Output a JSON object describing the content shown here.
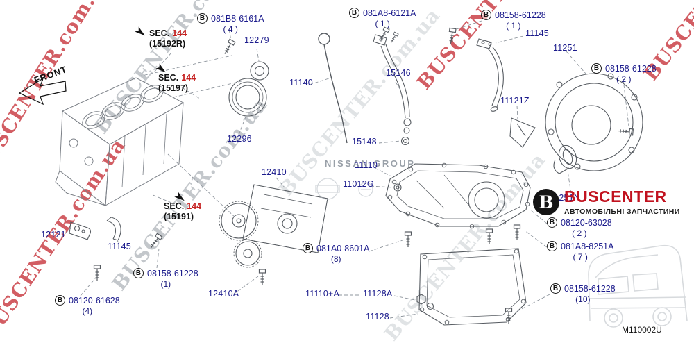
{
  "watermark": {
    "text": "BUSCENTER.com.ua"
  },
  "brand": {
    "b": "B",
    "name": "BUSCENTER",
    "tagline": "АВТОМОБІЛЬНІ ЗАПЧАСТИНИ"
  },
  "nissan_group": "NISSAN GROUP",
  "front_label": "FRONT",
  "diagram_code": "M110002U",
  "b_symbol": "B",
  "sec_labels": [
    {
      "prefix": "SEC.",
      "number": "144",
      "sub": "(15192R)"
    },
    {
      "prefix": "SEC.",
      "number": "144",
      "sub": "(15197)"
    },
    {
      "prefix": "SEC.",
      "number": "144",
      "sub": "(15191)"
    }
  ],
  "parts": {
    "p12279": "12279",
    "p12296": "12296",
    "p11140": "11140",
    "p15146": "15146",
    "p15148": "15148",
    "p11145_top": "11145",
    "p11251": "11251",
    "p11121z": "11121Z",
    "p11110": "11110",
    "p11012g": "11012G",
    "p12410": "12410",
    "p11251n": "11251N",
    "p12121": "12121",
    "p11145_left": "11145",
    "p12410a": "12410A",
    "p11110a": "11110+A",
    "p11128a": "11128A",
    "p11128": "11128"
  },
  "bolts": [
    {
      "label": "081B8-6161A",
      "qty": "( 4 )"
    },
    {
      "label": "081A8-6121A",
      "qty": "( 1 )"
    },
    {
      "label": "08158-61228",
      "qty": "( 1 )"
    },
    {
      "label": "08158-61228",
      "qty": "( 2 )"
    },
    {
      "label": "08120-63028",
      "qty": "( 2 )"
    },
    {
      "label": "081A8-8251A",
      "qty": "( 7 )"
    },
    {
      "label": "08158-61228",
      "qty": "(1)"
    },
    {
      "label": "08120-61628",
      "qty": "(4)"
    },
    {
      "label": "081A0-8601A",
      "qty": "(8)"
    },
    {
      "label": "08158-61228",
      "qty": "(10)"
    }
  ]
}
